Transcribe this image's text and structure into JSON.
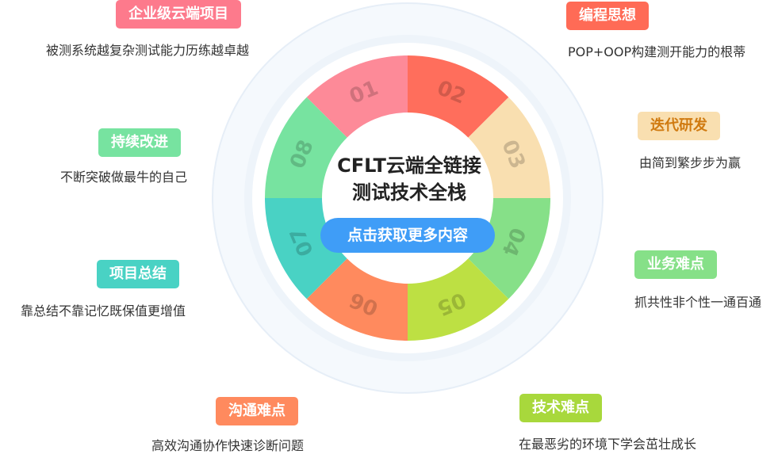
{
  "center": {
    "title_line1": "CFLT云端全链接",
    "title_line2": "测试技术全栈",
    "cta_label": "点击获取更多内容",
    "cta_color": "#3f9df7"
  },
  "segments": [
    {
      "num": "01",
      "color": "#fd8a98"
    },
    {
      "num": "02",
      "color": "#ff6e5c"
    },
    {
      "num": "03",
      "color": "#f9dfb0"
    },
    {
      "num": "04",
      "color": "#86e088"
    },
    {
      "num": "05",
      "color": "#bde043"
    },
    {
      "num": "06",
      "color": "#ff8a5e"
    },
    {
      "num": "07",
      "color": "#49d2c4"
    },
    {
      "num": "08",
      "color": "#77e3a0"
    }
  ],
  "items": [
    {
      "label": "企业级云端项目",
      "desc": "被测系统越复杂测试能力历练越卓越",
      "color": "#fd7a8c"
    },
    {
      "label": "编程思想",
      "desc": "POP+OOP构建测开能力的根蒂",
      "color": "#ff6b56"
    },
    {
      "label": "迭代研发",
      "desc": "由简到繁步步为赢",
      "color": "#f9dfb0",
      "text_color": "#d07a10"
    },
    {
      "label": "业务难点",
      "desc": "抓共性非个性一通百通",
      "color": "#86e088"
    },
    {
      "label": "技术难点",
      "desc": "在最恶劣的环境下学会茁壮成长",
      "color": "#a8d83c"
    },
    {
      "label": "沟通难点",
      "desc": "高效沟通协作快速诊断问题",
      "color": "#ff8a5e"
    },
    {
      "label": "项目总结",
      "desc": "靠总结不靠记忆既保值更增值",
      "color": "#49d2c4"
    },
    {
      "label": "持续改进",
      "desc": "不断突破做最牛的自己",
      "color": "#77e3a0"
    }
  ]
}
